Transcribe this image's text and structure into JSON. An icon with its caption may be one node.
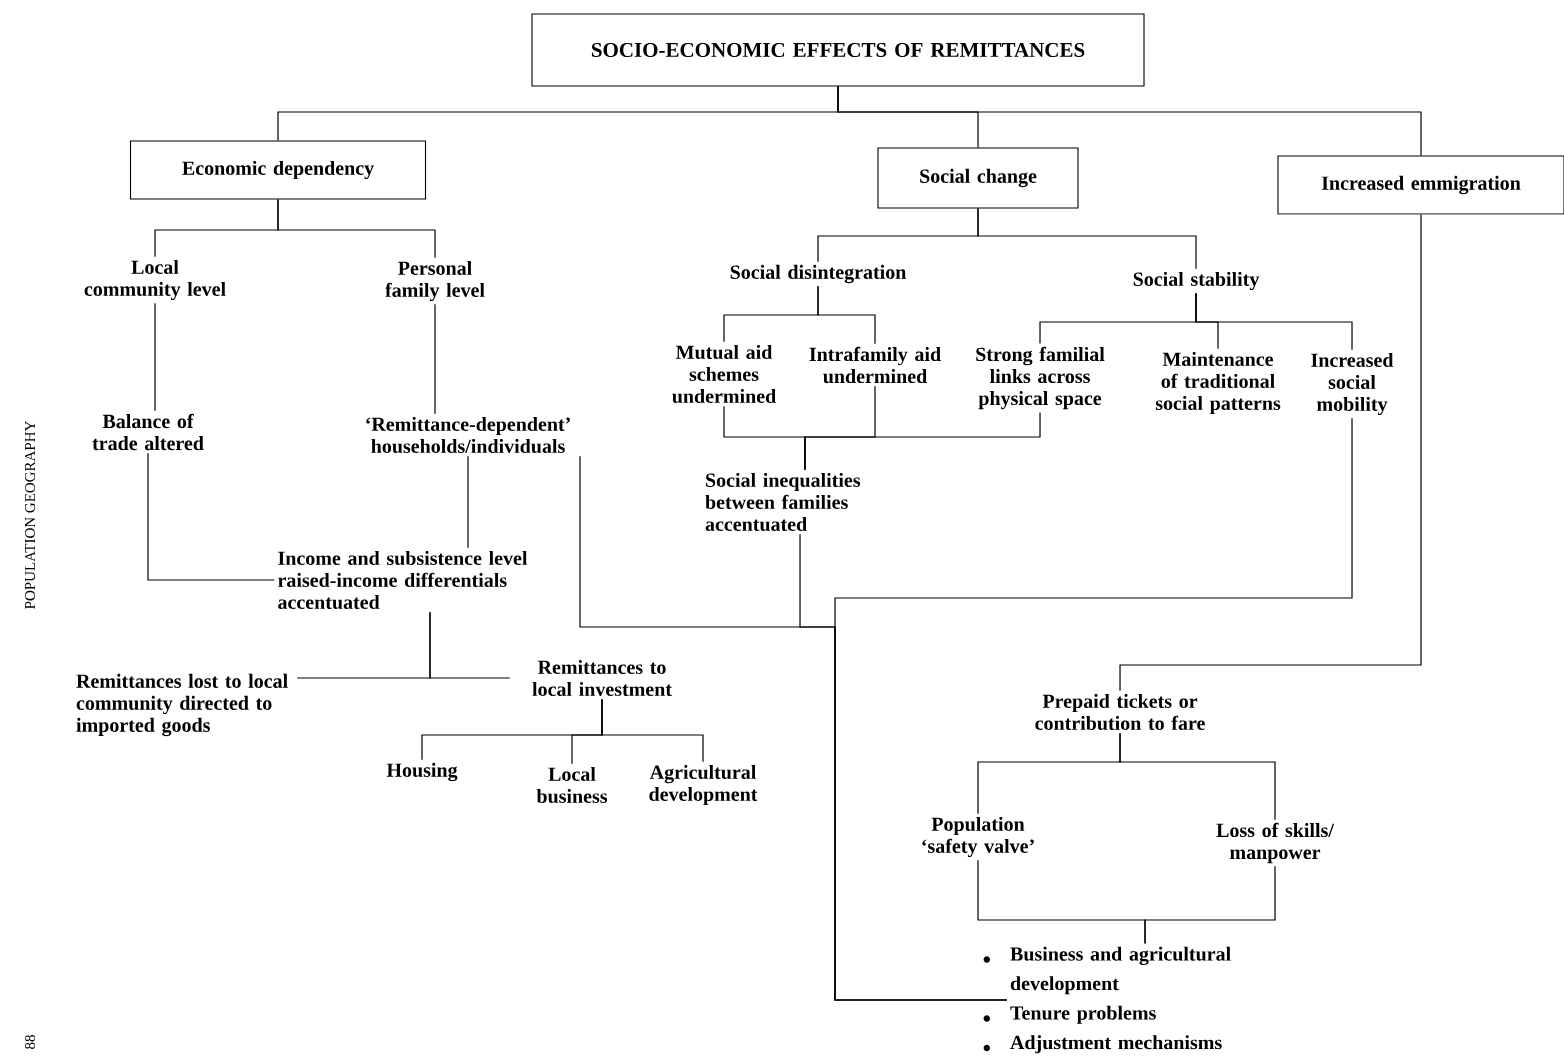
{
  "diagram": {
    "nodes": [
      {
        "text": [
          "SOCIO-ECONOMIC EFFECTS OF REMITTANCES"
        ]
      },
      {
        "text": [
          "Economic dependency"
        ]
      },
      {
        "text": [
          "Social change"
        ]
      },
      {
        "text": [
          "Increased emmigration"
        ]
      },
      {
        "text": [
          "Local community level"
        ]
      },
      {
        "text": [
          "Personal family level"
        ]
      },
      {
        "text": [
          "Balance of trade altered"
        ]
      },
      {
        "text": [
          "‘Remittance-dependent’ households/individuals"
        ]
      },
      {
        "text": [
          "Income and subsistence level raised-income differentials accentuated"
        ]
      },
      {
        "text": [
          "Remittances lost to local community directed to imported goods"
        ]
      },
      {
        "text": [
          "Remittances to local investment"
        ]
      },
      {
        "text": [
          "Housing"
        ]
      },
      {
        "text": [
          "Local business"
        ]
      },
      {
        "text": [
          "Agricultural development"
        ]
      },
      {
        "text": [
          "Social disintegration"
        ]
      },
      {
        "text": [
          "Social stability"
        ]
      },
      {
        "text": [
          "Mutual aid schemes undermined"
        ]
      },
      {
        "text": [
          "Intrafamily aid undermined"
        ]
      },
      {
        "text": [
          "Strong familial links across physical space"
        ]
      },
      {
        "text": [
          "Maintenance of traditional social patterns"
        ]
      },
      {
        "text": [
          "Increased social mobility"
        ]
      },
      {
        "text": [
          "Social inequalities between families accentuated"
        ]
      },
      {
        "text": [
          "Prepaid tickets or contribution to fare"
        ]
      },
      {
        "text": [
          "Population ‘safety valve’"
        ]
      },
      {
        "text": [
          "Loss of skills/ manpower"
        ]
      },
      {
        "text": [
          "Business and agricultural development",
          "Tenure problems",
          "Adjustment mechanisms"
        ]
      }
    ],
    "edges": [
      {
        "from": 0,
        "to": 1,
        "arrow": "none"
      },
      {
        "from": 0,
        "to": 2,
        "arrow": "none"
      },
      {
        "from": 0,
        "to": 3,
        "arrow": "none"
      },
      {
        "from": 1,
        "to": 4,
        "arrow": "none"
      },
      {
        "from": 1,
        "to": 5,
        "arrow": "none"
      },
      {
        "from": 4,
        "to": 6,
        "arrow": "none"
      },
      {
        "from": 5,
        "to": 7,
        "arrow": "none"
      },
      {
        "from": 7,
        "to": 8,
        "arrow": "none"
      },
      {
        "from": 6,
        "to": 8,
        "arrow": "none"
      },
      {
        "from": 8,
        "to": 9,
        "arrow": "none"
      },
      {
        "from": 8,
        "to": 10,
        "arrow": "none"
      },
      {
        "from": 10,
        "to": 11,
        "arrow": "none"
      },
      {
        "from": 10,
        "to": 12,
        "arrow": "none"
      },
      {
        "from": 10,
        "to": 13,
        "arrow": "none"
      },
      {
        "from": 2,
        "to": 14,
        "arrow": "none"
      },
      {
        "from": 2,
        "to": 15,
        "arrow": "none"
      },
      {
        "from": 14,
        "to": 16,
        "arrow": "none"
      },
      {
        "from": 14,
        "to": 17,
        "arrow": "none"
      },
      {
        "from": 15,
        "to": 18,
        "arrow": "none"
      },
      {
        "from": 15,
        "to": 19,
        "arrow": "none"
      },
      {
        "from": 15,
        "to": 20,
        "arrow": "none"
      },
      {
        "from": 16,
        "to": 21,
        "arrow": "none"
      },
      {
        "from": 17,
        "to": 21,
        "arrow": "none"
      },
      {
        "from": 18,
        "to": 21,
        "arrow": "none"
      },
      {
        "from": 7,
        "to": 25,
        "arrow": "none"
      },
      {
        "from": 21,
        "to": 25,
        "arrow": "none"
      },
      {
        "from": 20,
        "to": 25,
        "arrow": "none"
      },
      {
        "from": 3,
        "to": 22,
        "arrow": "none"
      },
      {
        "from": 22,
        "to": 23,
        "arrow": "none"
      },
      {
        "from": 22,
        "to": 24,
        "arrow": "none"
      },
      {
        "from": 23,
        "to": 25,
        "arrow": "none"
      },
      {
        "from": 24,
        "to": 25,
        "arrow": "none"
      }
    ],
    "labels": [
      "POPULATION GEOGRAPHY",
      "88"
    ]
  }
}
